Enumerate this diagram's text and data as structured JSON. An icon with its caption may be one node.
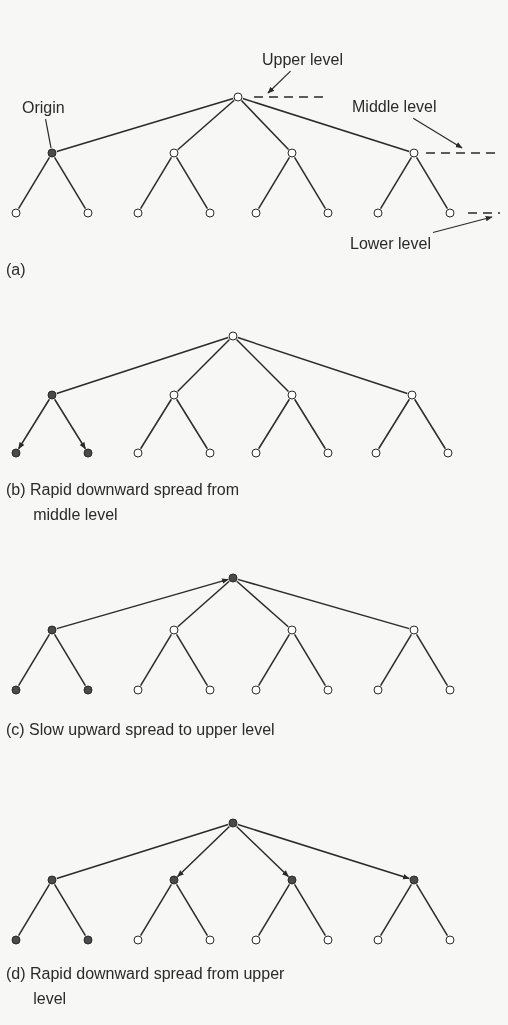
{
  "diagram": {
    "nodes": [
      {
        "text": [
          "Upper level"
        ]
      },
      {
        "text": [
          "Origin"
        ]
      },
      {
        "text": [],
        "shape": "circle"
      },
      {
        "text": [
          "Middle level"
        ]
      },
      {
        "text": [],
        "shape": "dot"
      },
      {
        "text": [],
        "shape": "circle"
      },
      {
        "text": [],
        "shape": "circle"
      },
      {
        "text": [],
        "shape": "circle"
      },
      {
        "text": [],
        "shape": "circle"
      },
      {
        "text": [],
        "shape": "circle"
      },
      {
        "text": [],
        "shape": "circle"
      },
      {
        "text": [],
        "shape": "circle"
      },
      {
        "text": [],
        "shape": "circle"
      },
      {
        "text": [],
        "shape": "circle"
      },
      {
        "text": [],
        "shape": "circle"
      },
      {
        "text": [],
        "shape": "circle"
      },
      {
        "text": [
          "Lower level"
        ]
      },
      {
        "text": [],
        "shape": "circle"
      },
      {
        "text": [],
        "shape": "dot"
      },
      {
        "text": [],
        "shape": "circle"
      },
      {
        "text": [],
        "shape": "circle"
      },
      {
        "text": [],
        "shape": "circle"
      },
      {
        "text": [],
        "shape": "dot"
      },
      {
        "text": [],
        "shape": "dot"
      },
      {
        "text": [],
        "shape": "circle"
      },
      {
        "text": [],
        "shape": "circle"
      },
      {
        "text": [],
        "shape": "circle"
      },
      {
        "text": [],
        "shape": "circle"
      },
      {
        "text": [],
        "shape": "circle"
      },
      {
        "text": [],
        "shape": "circle"
      },
      {
        "text": [],
        "shape": "dot"
      },
      {
        "text": [],
        "shape": "dot"
      },
      {
        "text": [],
        "shape": "circle"
      },
      {
        "text": [],
        "shape": "circle"
      },
      {
        "text": [],
        "shape": "circle"
      },
      {
        "text": [],
        "shape": "dot"
      },
      {
        "text": [],
        "shape": "dot"
      },
      {
        "text": [],
        "shape": "circle"
      },
      {
        "text": [],
        "shape": "circle"
      },
      {
        "text": [],
        "shape": "circle"
      },
      {
        "text": [],
        "shape": "circle"
      },
      {
        "text": [],
        "shape": "circle"
      },
      {
        "text": [],
        "shape": "circle"
      },
      {
        "text": [],
        "shape": "dot"
      },
      {
        "text": [],
        "shape": "dot"
      },
      {
        "text": [],
        "shape": "dot"
      },
      {
        "text": [],
        "shape": "dot"
      },
      {
        "text": [],
        "shape": "dot"
      },
      {
        "text": [],
        "shape": "dot"
      },
      {
        "text": [],
        "shape": "dot"
      },
      {
        "text": [],
        "shape": "circle"
      },
      {
        "text": [],
        "shape": "circle"
      },
      {
        "text": [],
        "shape": "circle"
      },
      {
        "text": [],
        "shape": "circle"
      },
      {
        "text": [],
        "shape": "circle"
      },
      {
        "text": [],
        "shape": "circle"
      }
    ],
    "edges": [
      {
        "from": 2,
        "to": 4,
        "arrow": "none"
      },
      {
        "from": 2,
        "to": 5,
        "arrow": "none"
      },
      {
        "from": 2,
        "to": 6,
        "arrow": "none"
      },
      {
        "from": 2,
        "to": 7,
        "arrow": "none"
      },
      {
        "from": 4,
        "to": 8,
        "arrow": "none"
      },
      {
        "from": 4,
        "to": 9,
        "arrow": "none"
      },
      {
        "from": 5,
        "to": 10,
        "arrow": "none"
      },
      {
        "from": 5,
        "to": 11,
        "arrow": "none"
      },
      {
        "from": 6,
        "to": 12,
        "arrow": "none"
      },
      {
        "from": 6,
        "to": 13,
        "arrow": "none"
      },
      {
        "from": 7,
        "to": 14,
        "arrow": "none"
      },
      {
        "from": 7,
        "to": 15,
        "arrow": "none"
      },
      {
        "from": 1,
        "to": 4,
        "arrow": "none"
      },
      {
        "from": 0,
        "to": null,
        "arrow": "to"
      },
      {
        "from": 3,
        "to": null,
        "arrow": "to"
      },
      {
        "from": 16,
        "to": null,
        "arrow": "to"
      },
      {
        "from": 17,
        "to": 18,
        "arrow": "none"
      },
      {
        "from": 17,
        "to": 19,
        "arrow": "none"
      },
      {
        "from": 17,
        "to": 20,
        "arrow": "none"
      },
      {
        "from": 17,
        "to": 21,
        "arrow": "none"
      },
      {
        "from": 18,
        "to": 22,
        "arrow": "to"
      },
      {
        "from": 18,
        "to": 23,
        "arrow": "to"
      },
      {
        "from": 19,
        "to": 24,
        "arrow": "none"
      },
      {
        "from": 19,
        "to": 25,
        "arrow": "none"
      },
      {
        "from": 20,
        "to": 26,
        "arrow": "none"
      },
      {
        "from": 20,
        "to": 27,
        "arrow": "none"
      },
      {
        "from": 21,
        "to": 28,
        "arrow": "none"
      },
      {
        "from": 21,
        "to": 29,
        "arrow": "none"
      },
      {
        "from": 31,
        "to": 30,
        "arrow": "to"
      },
      {
        "from": 30,
        "to": 32,
        "arrow": "none"
      },
      {
        "from": 30,
        "to": 33,
        "arrow": "none"
      },
      {
        "from": 30,
        "to": 34,
        "arrow": "none"
      },
      {
        "from": 31,
        "to": 35,
        "arrow": "none"
      },
      {
        "from": 31,
        "to": 36,
        "arrow": "none"
      },
      {
        "from": 32,
        "to": 37,
        "arrow": "none"
      },
      {
        "from": 32,
        "to": 38,
        "arrow": "none"
      },
      {
        "from": 33,
        "to": 39,
        "arrow": "none"
      },
      {
        "from": 33,
        "to": 40,
        "arrow": "none"
      },
      {
        "from": 34,
        "to": 41,
        "arrow": "none"
      },
      {
        "from": 34,
        "to": 42,
        "arrow": "none"
      },
      {
        "from": 43,
        "to": 44,
        "arrow": "none"
      },
      {
        "from": 43,
        "to": 45,
        "arrow": "to"
      },
      {
        "from": 43,
        "to": 46,
        "arrow": "to"
      },
      {
        "from": 43,
        "to": 47,
        "arrow": "to"
      },
      {
        "from": 44,
        "to": 48,
        "arrow": "none"
      },
      {
        "from": 44,
        "to": 49,
        "arrow": "none"
      },
      {
        "from": 45,
        "to": 50,
        "arrow": "none"
      },
      {
        "from": 45,
        "to": 51,
        "arrow": "none"
      },
      {
        "from": 46,
        "to": 52,
        "arrow": "none"
      },
      {
        "from": 46,
        "to": 53,
        "arrow": "none"
      },
      {
        "from": 47,
        "to": 54,
        "arrow": "none"
      },
      {
        "from": 47,
        "to": 55,
        "arrow": "none"
      }
    ],
    "labels": [
      "(a)",
      "(b) Rapid downward spread from middle level",
      "(c) Slow upward spread to upper level",
      "(d) Rapid downward spread from upper level"
    ]
  }
}
